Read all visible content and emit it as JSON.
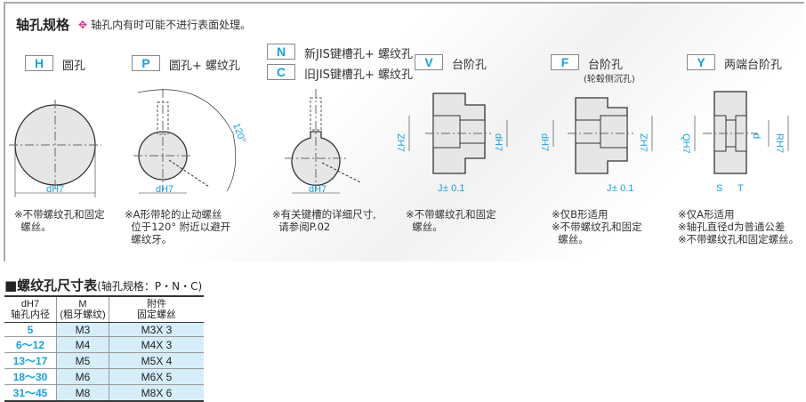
{
  "header": {
    "title": "轴孔规格",
    "note_icon": "diamond-cross-icon",
    "note": "轴孔内有时可能不进行表面处理。"
  },
  "types": [
    {
      "code": "H",
      "label": "圆孔",
      "notes": "※不带螺纹孔和固定\n  螺丝。"
    },
    {
      "code": "P",
      "label": "圆孔+ 螺纹孔",
      "notes": "※A形带轮的止动螺丝\n  位于120° 附近以避开\n  螺纹牙。"
    },
    {
      "code": "N",
      "label": "新JIS键槽孔+ 螺纹孔"
    },
    {
      "code": "C",
      "label": "旧JIS键槽孔+ 螺纹孔",
      "notes": "※有关键槽的详细尺寸,\n  请参阅P.02"
    },
    {
      "code": "V",
      "label": "台阶孔",
      "notes": "※不带螺纹孔和固定\n  螺丝。"
    },
    {
      "code": "F",
      "label": "台阶孔",
      "sub": "(轮毂侧沉孔)",
      "notes": "※仅B形适用\n※不带螺纹孔和固定\n  螺丝。"
    },
    {
      "code": "Y",
      "label": "两端台阶孔",
      "notes": "※仅A形适用\n※轴孔直径d为普通公差\n※不带螺纹孔和固定螺丝。"
    }
  ],
  "dims": {
    "dH7": "dH7",
    "angle": "120°",
    "zh7": "ZH7",
    "j": "J",
    "tol": "± 0.1",
    "qh7": "QH7",
    "rh7": "RH7",
    "d": "d",
    "s": "S",
    "t": "T"
  },
  "table": {
    "title": "■螺纹孔尺寸表",
    "subtitle": "(轴孔规格：P・N・C)",
    "headers": [
      [
        "dH7",
        "轴孔内径"
      ],
      [
        "M",
        "(粗牙螺纹)"
      ],
      [
        "附件",
        "固定螺丝"
      ]
    ],
    "rows": [
      [
        "5",
        "M3",
        "M3X 3"
      ],
      [
        "6～12",
        "M4",
        "M4X 3"
      ],
      [
        "13～17",
        "M5",
        "M5X 4"
      ],
      [
        "18～30",
        "M6",
        "M6X 5"
      ],
      [
        "31～45",
        "M8",
        "M8X 6"
      ]
    ]
  }
}
